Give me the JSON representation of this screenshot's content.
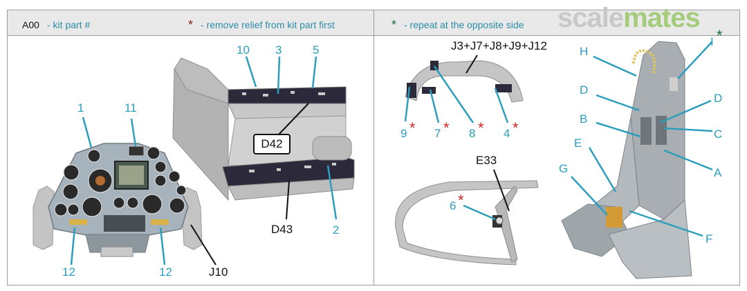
{
  "header": {
    "part_code": "A00",
    "part_code_note": "- kit part #",
    "star_red": "*",
    "remove_relief_note": "- remove relief from kit part first",
    "star_green": "*",
    "repeat_note": "- repeat at the opposite side"
  },
  "logo": {
    "part1": "scale",
    "part2": "mates"
  },
  "left_panel": {
    "labels": {
      "l1": "1",
      "l11": "11",
      "l10": "10",
      "l3": "3",
      "l5": "5",
      "d42": "D42",
      "d43": "D43",
      "l2": "2",
      "l12a": "12",
      "l12b": "12",
      "j10": "J10"
    }
  },
  "right_panel": {
    "labels": {
      "j3": "J3+J7+J8+J9+J12",
      "l9": "9",
      "l7": "7",
      "l8": "8",
      "l4": "4",
      "e33": "E33",
      "l6": "6",
      "h": "H",
      "i": "I",
      "d1": "D",
      "d2": "D",
      "b": "B",
      "c": "C",
      "e": "E",
      "a": "A",
      "g": "G",
      "f": "F"
    }
  }
}
